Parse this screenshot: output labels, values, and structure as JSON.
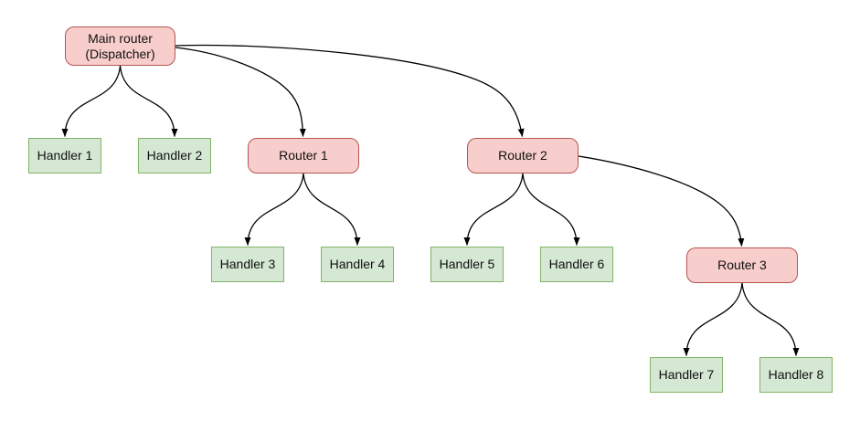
{
  "diagram": {
    "type": "tree-flowchart",
    "background_color": "#ffffff",
    "styles": {
      "router_fill": "#f8cecc",
      "router_border": "#b85450",
      "handler_fill": "#d5e8d4",
      "handler_border": "#82b366",
      "edge_color": "#000000",
      "text_color": "#111111"
    },
    "nodes": {
      "main_router": {
        "label": "Main router\n(Dispatcher)",
        "type": "router"
      },
      "router1": {
        "label": "Router 1",
        "type": "router"
      },
      "router2": {
        "label": "Router 2",
        "type": "router"
      },
      "router3": {
        "label": "Router 3",
        "type": "router"
      },
      "handler1": {
        "label": "Handler 1",
        "type": "handler"
      },
      "handler2": {
        "label": "Handler 2",
        "type": "handler"
      },
      "handler3": {
        "label": "Handler 3",
        "type": "handler"
      },
      "handler4": {
        "label": "Handler 4",
        "type": "handler"
      },
      "handler5": {
        "label": "Handler 5",
        "type": "handler"
      },
      "handler6": {
        "label": "Handler 6",
        "type": "handler"
      },
      "handler7": {
        "label": "Handler 7",
        "type": "handler"
      },
      "handler8": {
        "label": "Handler 8",
        "type": "handler"
      }
    },
    "edges": [
      {
        "from": "main_router",
        "to": "handler1"
      },
      {
        "from": "main_router",
        "to": "handler2"
      },
      {
        "from": "main_router",
        "to": "router1"
      },
      {
        "from": "main_router",
        "to": "router2"
      },
      {
        "from": "router1",
        "to": "handler3"
      },
      {
        "from": "router1",
        "to": "handler4"
      },
      {
        "from": "router2",
        "to": "handler5"
      },
      {
        "from": "router2",
        "to": "handler6"
      },
      {
        "from": "router2",
        "to": "router3"
      },
      {
        "from": "router3",
        "to": "handler7"
      },
      {
        "from": "router3",
        "to": "handler8"
      }
    ]
  }
}
